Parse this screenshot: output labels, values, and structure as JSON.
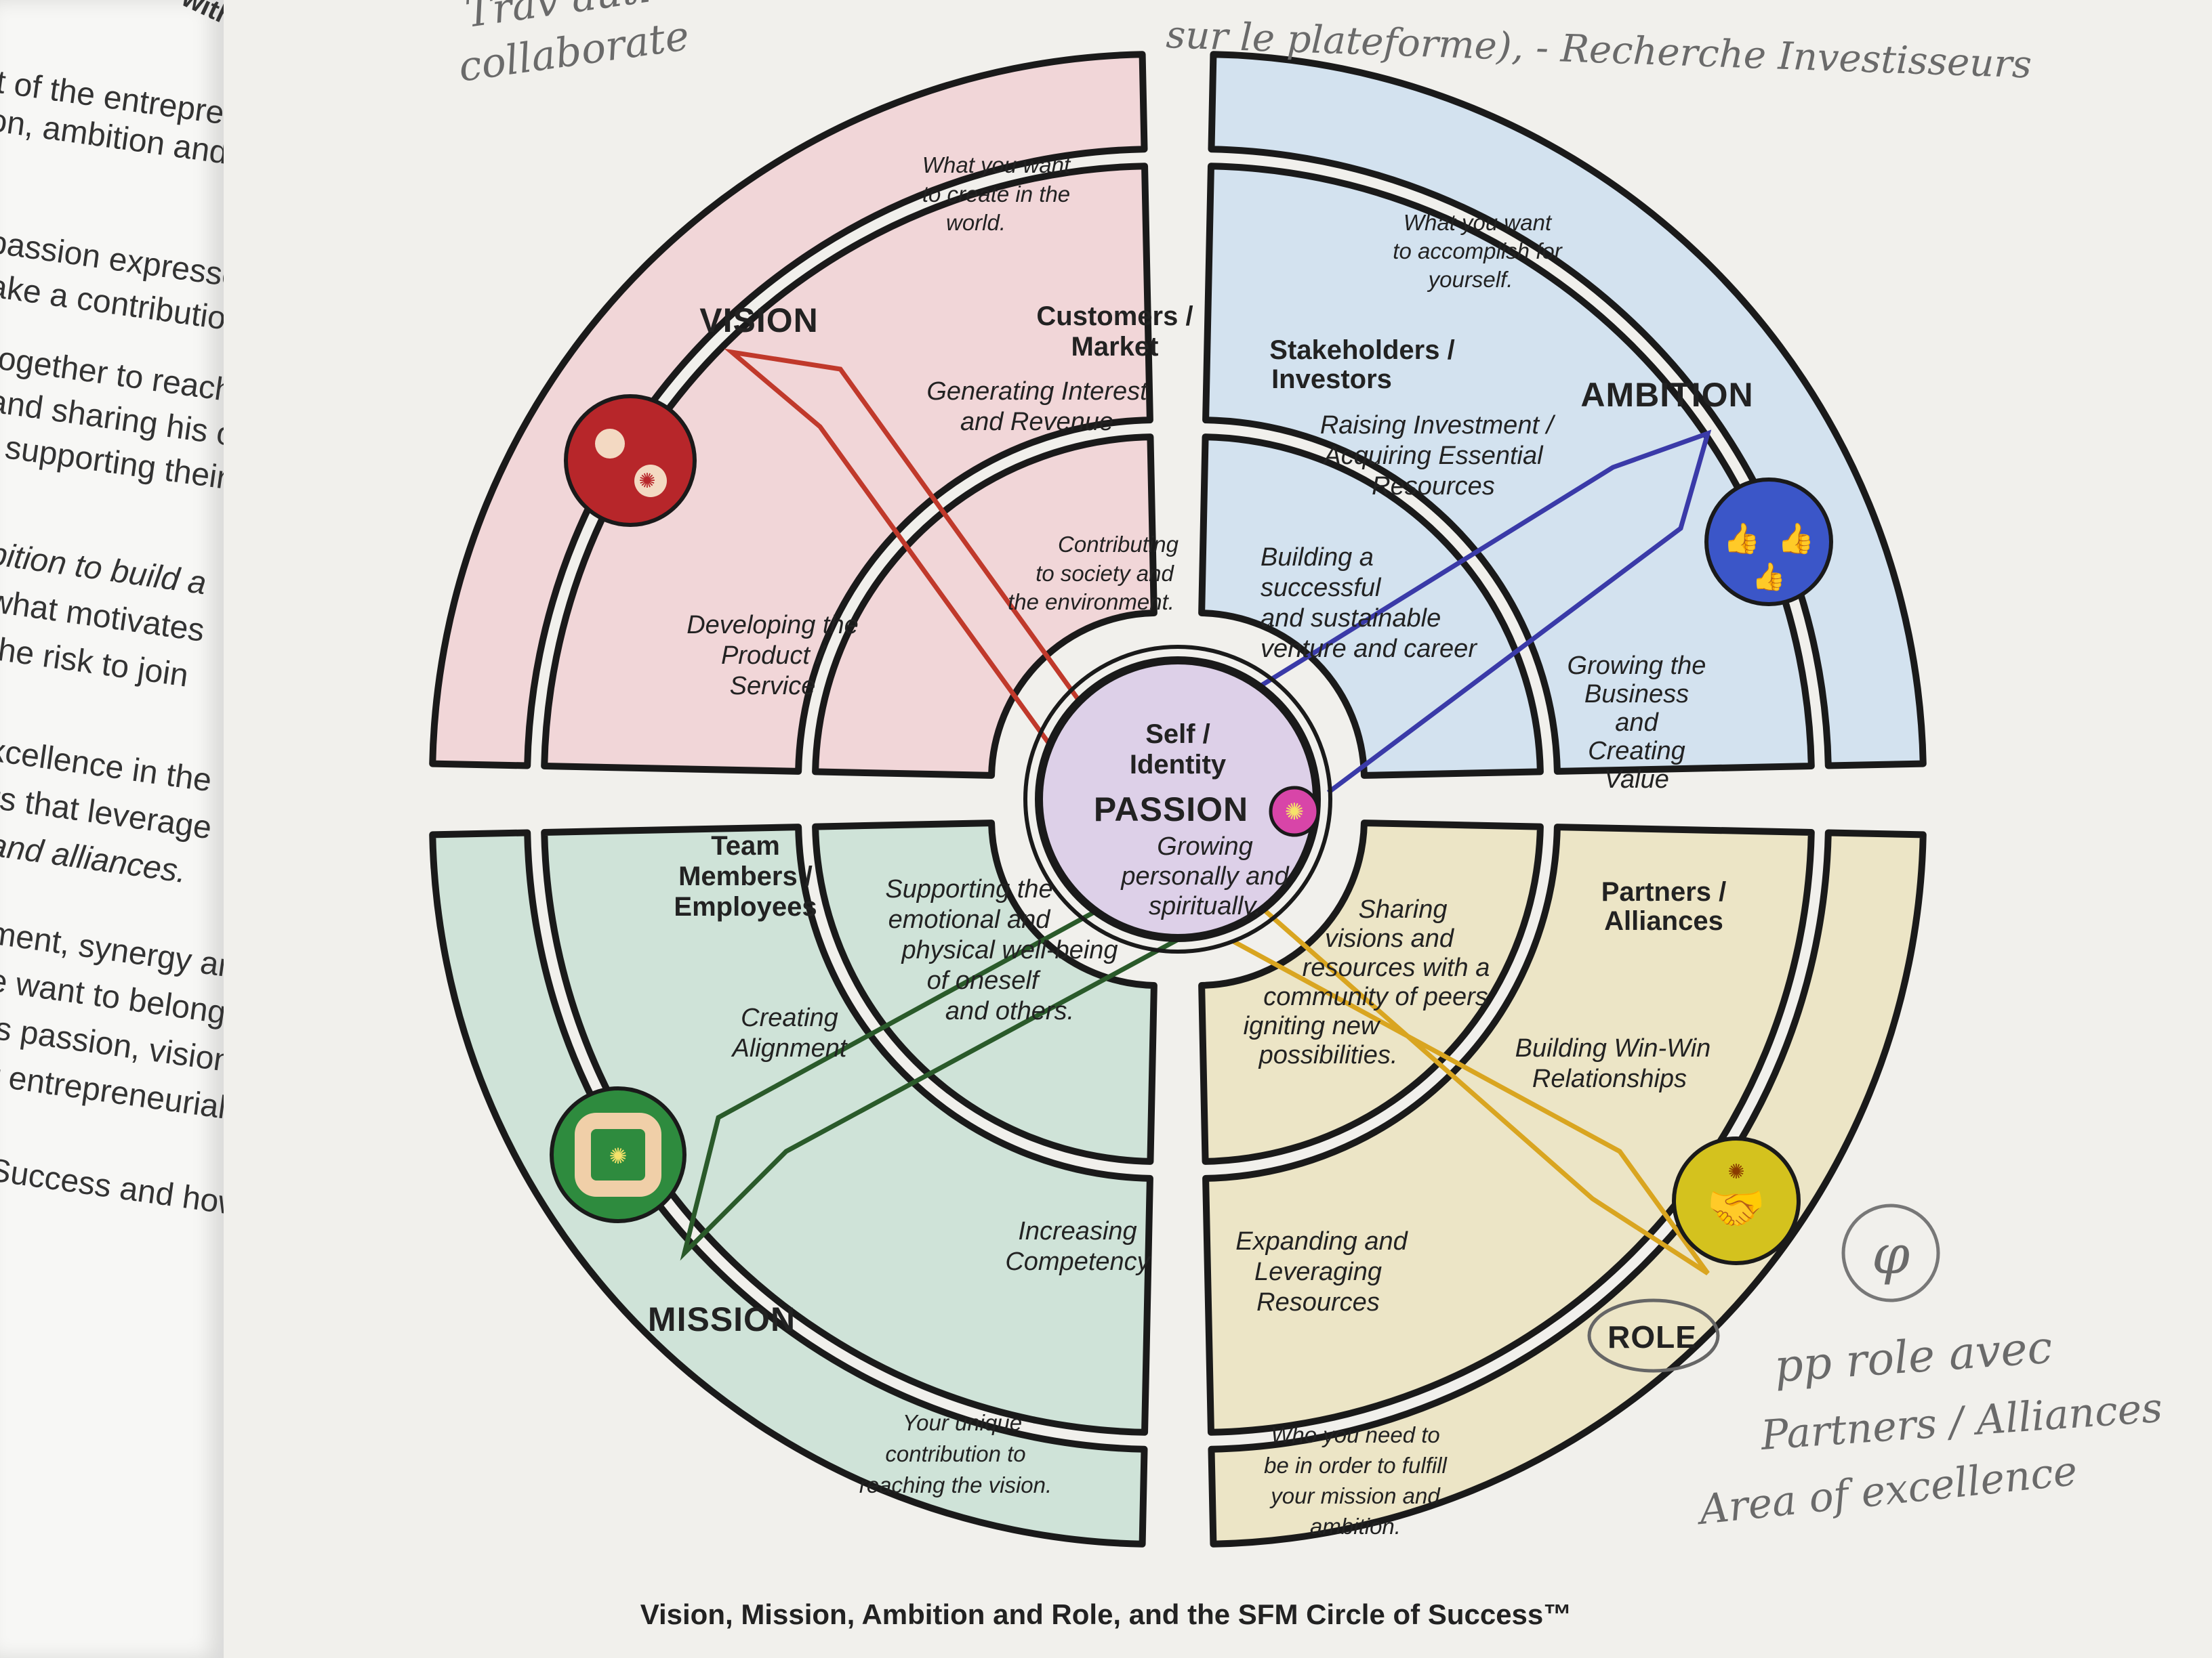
{
  "left_page": {
    "lines": [
      "e with",
      "lt of the entrepreneur's",
      "on, ambition and role,",
      "passion expressed",
      "ake a contribution.",
      "together to reach",
      "and sharing his or",
      "l supporting their",
      "bition to build a",
      "what motivates",
      "the risk to join",
      "xcellence in the",
      "rs that leverage",
      "and alliances.",
      "ment, synergy and",
      "e want to belong,",
      "'s passion, vision",
      "r entrepreneurial",
      "Success and how"
    ]
  },
  "center": {
    "self": [
      "Self /",
      "Identity"
    ],
    "title": "PASSION",
    "desc": [
      "Growing",
      "personally and",
      "spiritually."
    ]
  },
  "quadrants": {
    "vision": {
      "title": "VISION",
      "outer_desc": [
        "What you want",
        "to create in the",
        "world."
      ],
      "middle_header": [
        "Customers /",
        "Market"
      ],
      "middle_desc": [
        "Generating Interest",
        "and Revenue"
      ],
      "middle_left": [
        "Developing the",
        "Product /",
        "Service"
      ],
      "inner": [
        "Contributing",
        "to society and",
        "the environment."
      ],
      "color": "#f1d6d8",
      "arrow_color": "#c0392b"
    },
    "ambition": {
      "title": "AMBITION",
      "outer_desc": [
        "What you want",
        "to accomplish for",
        "yourself."
      ],
      "middle_header": [
        "Stakeholders /",
        "Investors"
      ],
      "middle_desc": [
        "Raising Investment /",
        "Acquiring Essential",
        "Resources"
      ],
      "middle_right": [
        "Growing the",
        "Business",
        "and",
        "Creating",
        "Value"
      ],
      "inner": [
        "Building a",
        "successful",
        "and sustainable",
        "venture and career"
      ],
      "color": "#d3e2ef",
      "arrow_color": "#3a3aa8"
    },
    "mission": {
      "title": "MISSION",
      "outer_desc": [
        "Your unique",
        "contribution to",
        "reaching the vision."
      ],
      "middle_header": [
        "Team",
        "Members /",
        "Employees"
      ],
      "middle_desc": [
        "Creating",
        "Alignment"
      ],
      "middle_right": [
        "Increasing",
        "Competency"
      ],
      "inner": [
        "Supporting the",
        "emotional and",
        "physical well-being",
        "of oneself",
        "and others."
      ],
      "color": "#cfe3d8",
      "arrow_color": "#2a5a2a"
    },
    "role": {
      "title": "ROLE",
      "outer_desc": [
        "Who you need to",
        "be in order to fulfill",
        "your mission and",
        "ambition."
      ],
      "middle_header": [
        "Partners /",
        "Alliances"
      ],
      "middle_desc": [
        "Building Win-Win",
        "Relationships"
      ],
      "middle_left": [
        "Expanding and",
        "Leveraging",
        "Resources"
      ],
      "inner": [
        "Sharing",
        "visions and",
        "resources with a",
        "community of peers",
        "igniting new",
        "possibilities."
      ],
      "color": "#ece5c6",
      "arrow_color": "#d9a520"
    }
  },
  "center_color": "#ddd0e8",
  "caption": "Vision, Mission, Ambition and Role, and the SFM Circle of Success™",
  "handwriting": {
    "top_left": [
      "Trav auti ou",
      "collaborate"
    ],
    "top_right": "sur le plateforme), - Recherche Investisseurs",
    "circle_mark": "φ",
    "bottom_right": [
      "pp role avec",
      "Partners / Alliances",
      "Area of excellence"
    ]
  }
}
